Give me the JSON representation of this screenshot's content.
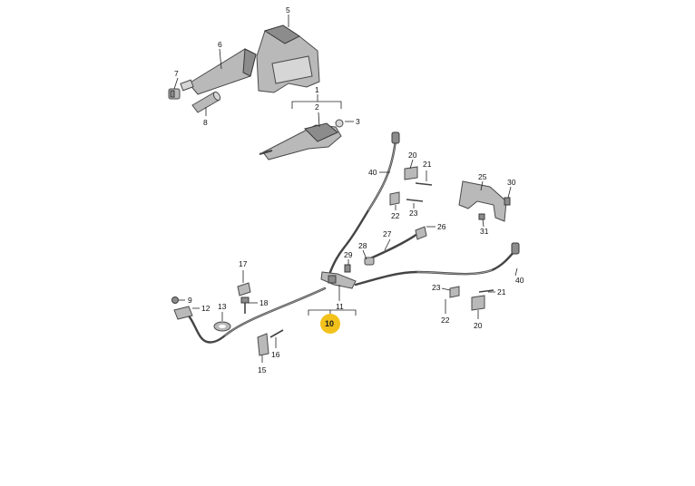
{
  "diagram": {
    "labels": {
      "p1": "1",
      "p2": "2",
      "p3": "3",
      "p5": "5",
      "p6": "6",
      "p7": "7",
      "p8": "8",
      "p9": "9",
      "p10": "10",
      "p11": "11",
      "p12": "12",
      "p13": "13",
      "p15": "15",
      "p16": "16",
      "p17": "17",
      "p18": "18",
      "p20a": "20",
      "p20b": "20",
      "p21a": "21",
      "p21b": "21",
      "p22a": "22",
      "p22b": "22",
      "p23a": "23",
      "p23b": "23",
      "p25": "25",
      "p26": "26",
      "p27": "27",
      "p28": "28",
      "p29": "29",
      "p30": "30",
      "p31": "31",
      "p40a": "40",
      "p40b": "40"
    },
    "highlight": {
      "label_key": "p10",
      "color": "#f2c21b"
    }
  }
}
